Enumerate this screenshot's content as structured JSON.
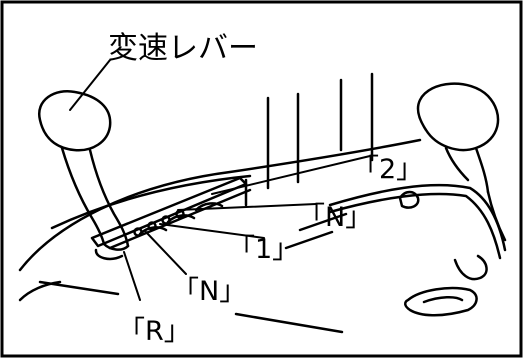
{
  "title": "変速レバー",
  "labels": {
    "two": "「2」",
    "n_upper": "「N」",
    "one": "「1」",
    "n_lower": "「N」",
    "r": "「R」"
  },
  "colors": {
    "line": "#000000",
    "background": "#ffffff"
  }
}
